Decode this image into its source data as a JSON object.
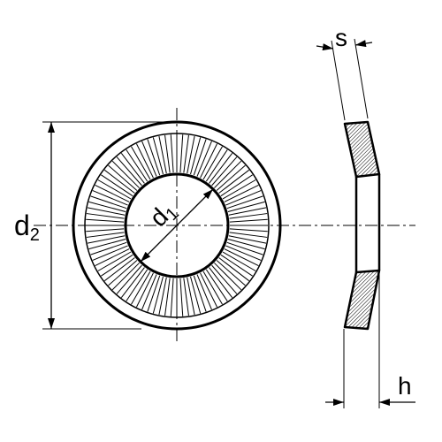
{
  "labels": {
    "d2_main": "d",
    "d2_sub": "2",
    "d1_main": "d",
    "d1_sub": "1",
    "s": "s",
    "h": "h"
  },
  "style": {
    "line_color": "#000000",
    "background": "#ffffff"
  }
}
